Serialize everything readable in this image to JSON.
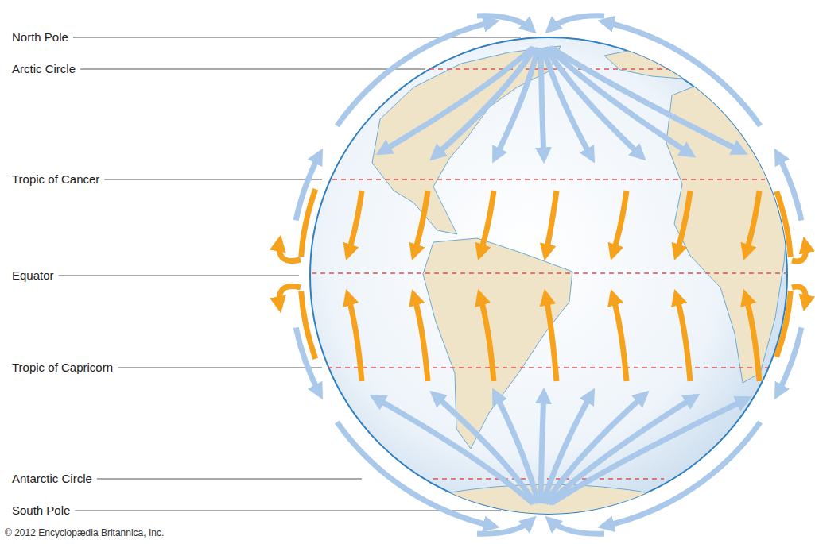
{
  "diagram": {
    "labels": [
      "North Pole",
      "Arctic Circle",
      "Tropic of Cancer",
      "Equator",
      "Tropic of Capricorn",
      "Antarctic Circle",
      "South Pole",
      "© 2012 Encyclopædia Britannica, Inc."
    ]
  }
}
